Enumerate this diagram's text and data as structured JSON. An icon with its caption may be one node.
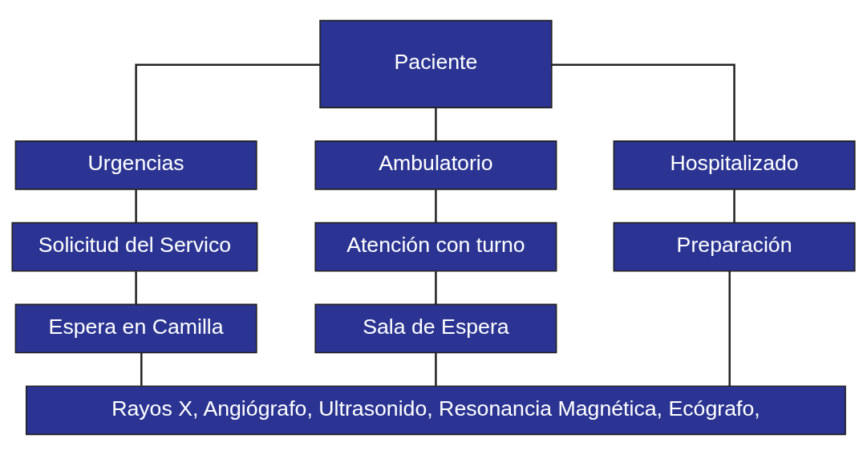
{
  "diagram": {
    "nodes": [
      {
        "text": [
          "Paciente"
        ]
      },
      {
        "text": [
          "Urgencias"
        ]
      },
      {
        "text": [
          "Ambulatorio"
        ]
      },
      {
        "text": [
          "Hospitalizado"
        ]
      },
      {
        "text": [
          "Solicitud del Servico"
        ]
      },
      {
        "text": [
          "Espera en Camilla"
        ]
      },
      {
        "text": [
          "Atención con turno"
        ]
      },
      {
        "text": [
          "Sala de Espera"
        ]
      },
      {
        "text": [
          "Preparación"
        ]
      },
      {
        "text": [
          "Rayos X, Angiógrafo, Ultrasonido, Resonancia Magnética, Ecógrafo,"
        ]
      }
    ],
    "edges": [
      {
        "from": 0,
        "to": 1,
        "arrow": "none"
      },
      {
        "from": 0,
        "to": 2,
        "arrow": "none"
      },
      {
        "from": 0,
        "to": 3,
        "arrow": "none"
      },
      {
        "from": 1,
        "to": 4,
        "arrow": "none"
      },
      {
        "from": 4,
        "to": 5,
        "arrow": "none"
      },
      {
        "from": 2,
        "to": 6,
        "arrow": "none"
      },
      {
        "from": 6,
        "to": 7,
        "arrow": "none"
      },
      {
        "from": 3,
        "to": 8,
        "arrow": "none"
      },
      {
        "from": 5,
        "to": 9,
        "arrow": "none"
      },
      {
        "from": 7,
        "to": 9,
        "arrow": "none"
      },
      {
        "from": 8,
        "to": 9,
        "arrow": "none"
      }
    ]
  }
}
